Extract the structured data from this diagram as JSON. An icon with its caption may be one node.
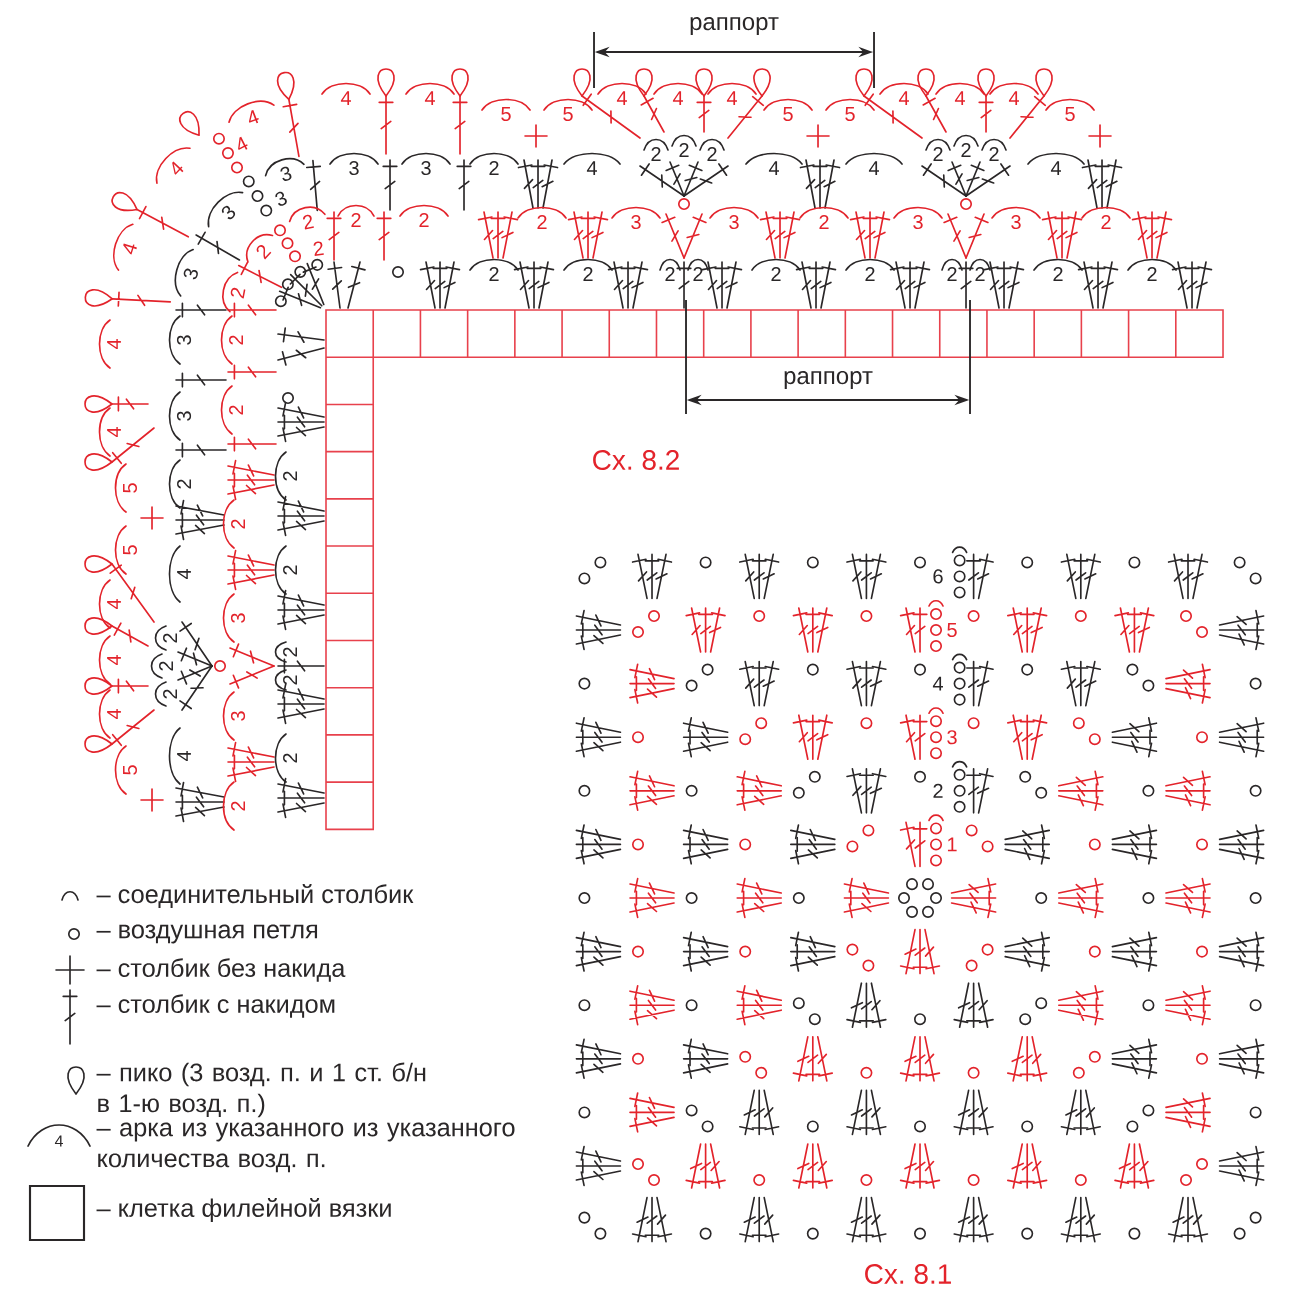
{
  "diagram": {
    "labels": [
      "раппорт",
      "5",
      "4",
      "4",
      "4",
      "5",
      "5",
      "4",
      "4",
      "4",
      "4",
      "4",
      "4",
      "4",
      "4",
      "5",
      "5",
      "4",
      "4",
      "4",
      "5",
      "5",
      "4",
      "4",
      "4",
      "5",
      "4",
      "2",
      "2",
      "2",
      "4",
      "2",
      "3",
      "3",
      "3",
      "3",
      "3",
      "3",
      "3",
      "3",
      "2",
      "4",
      "2",
      "2",
      "2",
      "4",
      "4",
      "2",
      "2",
      "2",
      "4",
      "2",
      "3",
      "3",
      "2",
      "2",
      "2",
      "2",
      "2",
      "2",
      "2",
      "2",
      "2",
      "2",
      "3",
      "3",
      "2",
      "3",
      "3",
      "2",
      "2",
      "2",
      "2",
      "2",
      "2",
      "2",
      "2",
      "2",
      "2",
      "2",
      "2",
      "2",
      "2",
      "2",
      "2",
      "раппорт",
      "Сх. 8.2",
      "6",
      "5",
      "4",
      "3",
      "2",
      "1",
      "4",
      "Сх. 8.1"
    ],
    "legend": [
      {
        "text": "– соединительный столбик"
      },
      {
        "text": "– воздушная петля"
      },
      {
        "text": "– столбик без накида"
      },
      {
        "text": "– столбик с накидом"
      },
      {
        "text": "– пико (3 возд. п. и 1 ст. б/н в 1-ю возд. п.)"
      },
      {
        "text": "– арка из указанного из указанного количества возд. п."
      },
      {
        "text": "– клетка филейной вязки"
      }
    ]
  }
}
